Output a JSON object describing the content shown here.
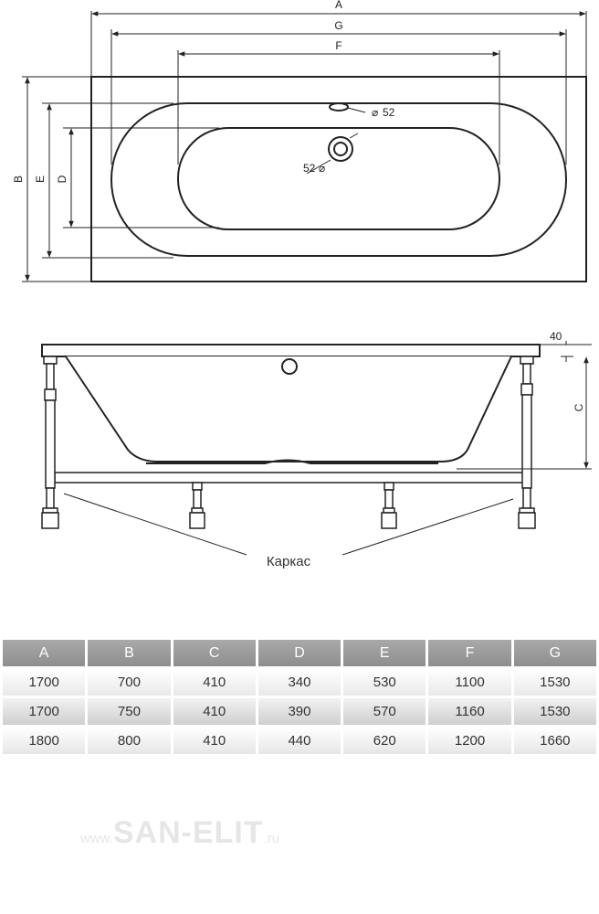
{
  "dimension_letters": {
    "A": "A",
    "B": "B",
    "C": "C",
    "D": "D",
    "E": "E",
    "F": "F",
    "G": "G"
  },
  "drain": {
    "top_diameter": "52",
    "side_diameter": "52",
    "diameter_symbol": "⌀"
  },
  "rim_height": "40",
  "frame_caption": "Каркас",
  "table": {
    "headers": [
      "A",
      "B",
      "C",
      "D",
      "E",
      "F",
      "G"
    ],
    "rows": [
      [
        "1700",
        "700",
        "410",
        "340",
        "530",
        "1100",
        "1530"
      ],
      [
        "1700",
        "750",
        "410",
        "390",
        "570",
        "1160",
        "1530"
      ],
      [
        "1800",
        "800",
        "410",
        "440",
        "620",
        "1200",
        "1660"
      ]
    ]
  },
  "watermark": {
    "prefix": "www.",
    "brand": "SAN-ELIT",
    "suffix": ".ru"
  }
}
